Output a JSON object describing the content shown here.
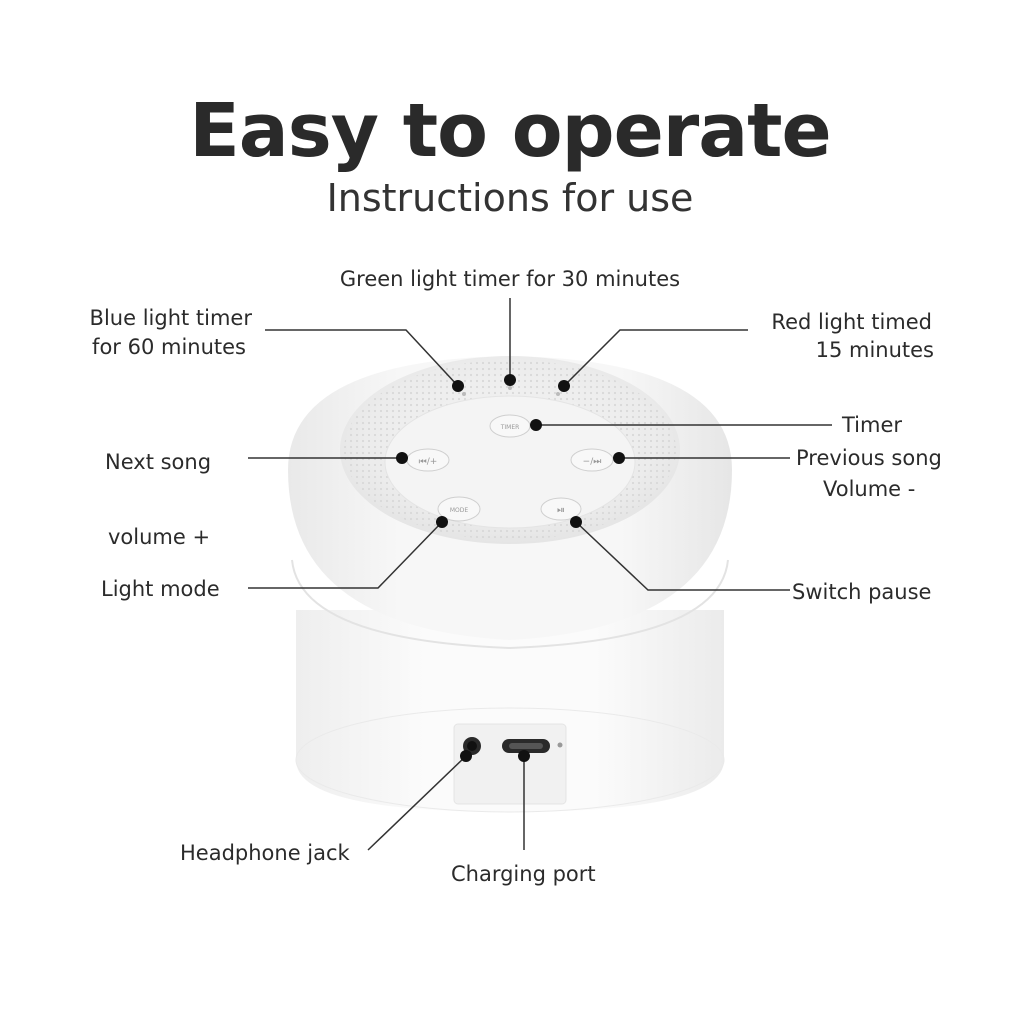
{
  "header": {
    "title": "Easy to operate",
    "subtitle": "Instructions for use"
  },
  "callouts": {
    "green_timer": "Green light timer for 30 minutes",
    "blue_timer_1": "Blue light timer",
    "blue_timer_2": "for 60 minutes",
    "red_timer_1": "Red light timed",
    "red_timer_2": "15 minutes",
    "timer": "Timer",
    "next_song": "Next song",
    "previous_song": "Previous song",
    "volume_minus": "Volume -",
    "volume_plus": "volume +",
    "light_mode": "Light mode",
    "switch_pause": "Switch pause",
    "headphone_jack": "Headphone jack",
    "charging_port": "Charging port"
  },
  "device": {
    "button_icons": {
      "timer": "TIMER",
      "next": "⏮/+",
      "prev": "−/⏭",
      "mode": "MODE",
      "play": "⏯"
    }
  },
  "colors": {
    "text": "#2b2b2b",
    "line": "#333333",
    "dot": "#111111",
    "device_body": "#f3f3f3",
    "device_top": "#e8e8e8"
  }
}
